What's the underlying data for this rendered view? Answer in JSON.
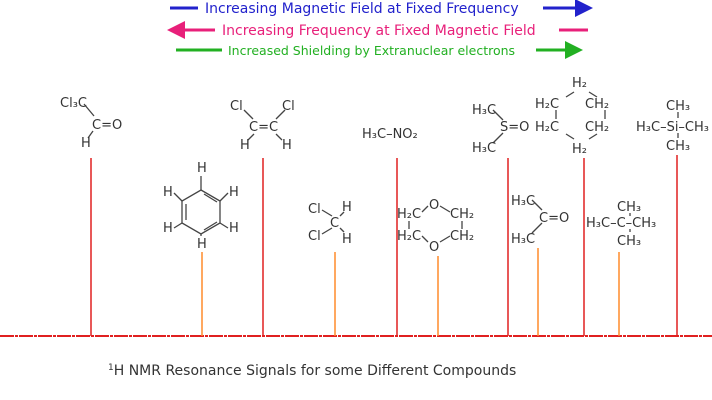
{
  "legend": {
    "magnetic": {
      "label": "Increasing Magnetic Field at Fixed Frequency",
      "color": "#2222cc"
    },
    "frequency": {
      "label": "Increasing Frequency at Fixed Magnetic Field",
      "color": "#e8207a"
    },
    "shielding": {
      "label": "Increased Shielding by Extranuclear electrons",
      "color": "#22b022"
    }
  },
  "colors": {
    "signal_red": "#e02020",
    "signal_orange": "#ff8a2a",
    "atom_black": "#333333"
  },
  "molecules": [
    {
      "labels": [
        "Cl₃C",
        "C=O",
        "H"
      ]
    },
    {
      "labels": [
        "H",
        "H",
        "H",
        "H",
        "H",
        "H"
      ]
    },
    {
      "labels": [
        "Cl",
        "Cl",
        "C=C",
        "H",
        "H"
      ]
    },
    {
      "labels": [
        "Cl",
        "Cl",
        "C",
        "H",
        "H"
      ]
    },
    {
      "labels": [
        "H₃C–NO₂"
      ]
    },
    {
      "labels": [
        "H₂C",
        "H₂C",
        "O",
        "O",
        "CH₂",
        "CH₂"
      ]
    },
    {
      "labels": [
        "H₃C",
        "S=O",
        "H₃C"
      ]
    },
    {
      "labels": [
        "H₃C",
        "C=O",
        "H₃C"
      ]
    },
    {
      "labels": [
        "H₂",
        "H₂C",
        "CH₂",
        "H₂C",
        "CH₂",
        "H₂"
      ]
    },
    {
      "labels": [
        "CH₃",
        "H₃C–C–CH₃",
        "CH₃"
      ]
    },
    {
      "labels": [
        "CH₃",
        "H₃C–Si–CH₃",
        "CH₃"
      ]
    }
  ],
  "caption": {
    "superscript": "1",
    "text": "H NMR Resonance Signals for some Different Compounds"
  }
}
